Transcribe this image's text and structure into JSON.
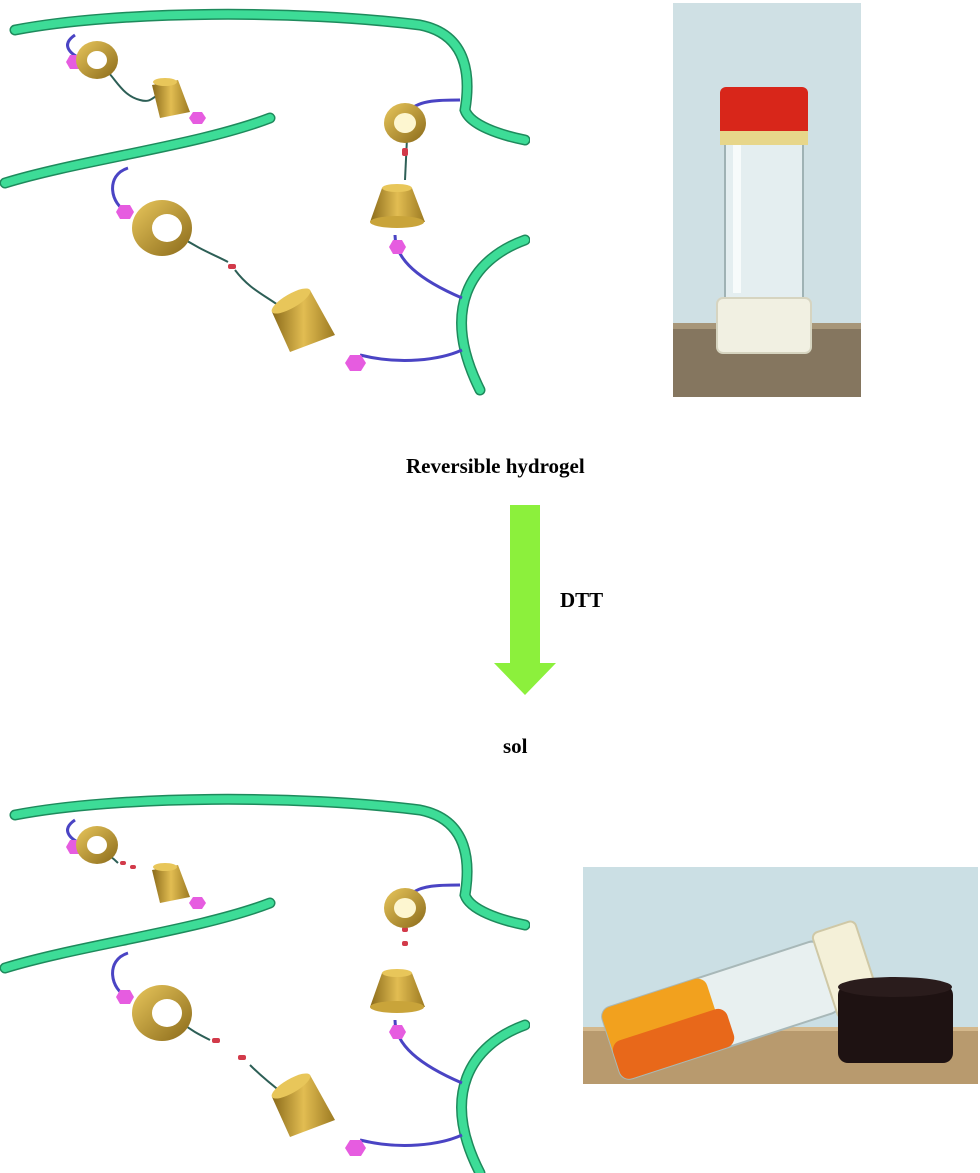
{
  "labels": {
    "top": "Reversible  hydrogel",
    "reagent": "DTT",
    "bottom": "sol"
  },
  "colors": {
    "polymer": "#3ddc97",
    "polymer_outline": "#1e8a5c",
    "linker": "#4a44c4",
    "guest": "#e65ce0",
    "cyclodextrin": "#c9a43a",
    "cyclodextrin_dark": "#7a5e16",
    "arrow": "#8cf03c",
    "disulfide": "#d23a4a"
  },
  "icons": {
    "host_ring": "ring-icon",
    "host_cone": "cone-icon",
    "guest": "hexagon-icon"
  },
  "photos": {
    "gel_vial": "upright-vial-photo",
    "sol_vial": "tilted-vial-photo"
  }
}
